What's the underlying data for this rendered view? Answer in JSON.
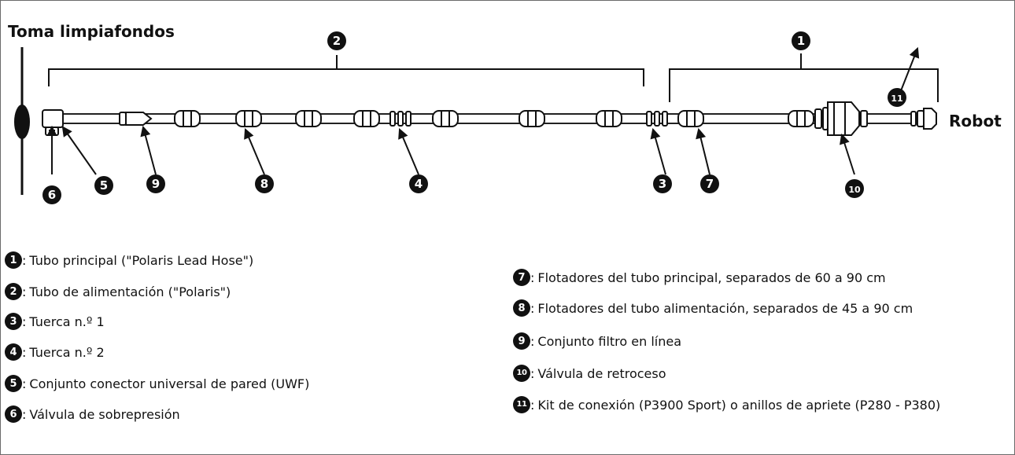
{
  "labels": {
    "intake": "Toma limpiafondos",
    "robot": "Robot"
  },
  "callouts": [
    "1",
    "2",
    "3",
    "4",
    "5",
    "6",
    "7",
    "8",
    "9",
    "10",
    "11"
  ],
  "legend": [
    {
      "num": "1",
      "text": "Tubo principal (\"Polaris Lead Hose\")"
    },
    {
      "num": "2",
      "text": "Tubo de alimentación (\"Polaris\")"
    },
    {
      "num": "3",
      "text": "Tuerca n.º 1"
    },
    {
      "num": "4",
      "text": "Tuerca n.º 2"
    },
    {
      "num": "5",
      "text": "Conjunto conector universal de pared (UWF)"
    },
    {
      "num": "6",
      "text": "Válvula de sobrepresión"
    },
    {
      "num": "7",
      "text": "Flotadores del tubo principal, separados de 60 a 90 cm"
    },
    {
      "num": "8",
      "text": "Flotadores del tubo alimentación, separados de 45 a 90 cm"
    },
    {
      "num": "9",
      "text": "Conjunto filtro en línea"
    },
    {
      "num": "10",
      "text": "Válvula de retroceso"
    },
    {
      "num": "11",
      "text": "Kit de conexión (P3900 Sport) o anillos de apriete (P280 - P380)"
    }
  ],
  "separator": ":"
}
